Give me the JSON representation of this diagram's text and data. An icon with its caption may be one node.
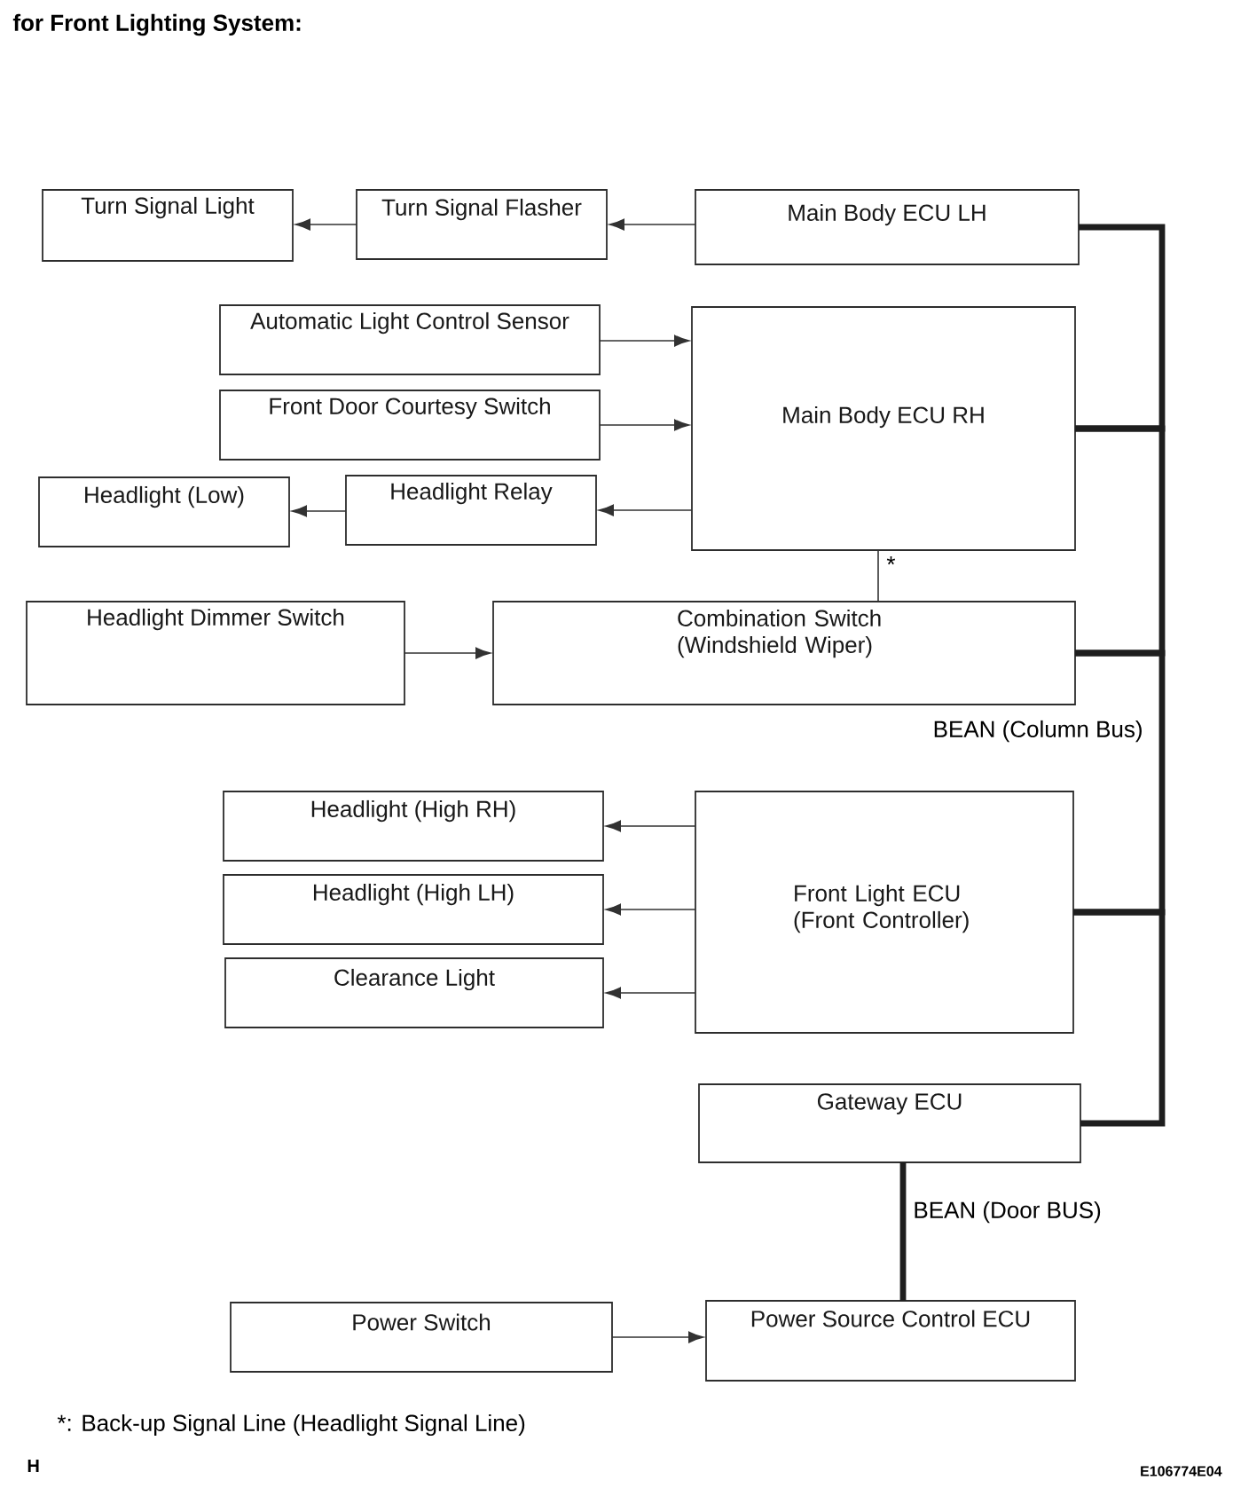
{
  "diagram": {
    "title": "for Front Lighting System:",
    "nodes": [
      {
        "text": [
          "Turn Signal Light"
        ]
      },
      {
        "text": [
          "Turn Signal Flasher"
        ]
      },
      {
        "text": [
          "Main Body ECU LH"
        ]
      },
      {
        "text": [
          "Automatic Light Control Sensor"
        ]
      },
      {
        "text": [
          "Main Body ECU RH"
        ]
      },
      {
        "text": [
          "Front Door Courtesy Switch"
        ]
      },
      {
        "text": [
          "Headlight (Low)"
        ]
      },
      {
        "text": [
          "Headlight Relay"
        ]
      },
      {
        "text": [
          "Headlight Dimmer Switch"
        ]
      },
      {
        "text": [
          "Combination Switch (Windshield Wiper)"
        ]
      },
      {
        "text": [
          "Headlight (High RH)"
        ]
      },
      {
        "text": [
          "Front Light ECU (Front Controller)"
        ]
      },
      {
        "text": [
          "Headlight (High LH)"
        ]
      },
      {
        "text": [
          "Clearance Light"
        ]
      },
      {
        "text": [
          "Gateway ECU"
        ]
      },
      {
        "text": [
          "Power Switch"
        ]
      },
      {
        "text": [
          "Power Source Control ECU"
        ]
      }
    ],
    "edges": [
      {
        "from": 2,
        "to": 1,
        "arrow": "to"
      },
      {
        "from": 1,
        "to": 0,
        "arrow": "to"
      },
      {
        "from": 3,
        "to": 4,
        "arrow": "to"
      },
      {
        "from": 5,
        "to": 4,
        "arrow": "to"
      },
      {
        "from": 4,
        "to": 7,
        "arrow": "to"
      },
      {
        "from": 7,
        "to": 6,
        "arrow": "to"
      },
      {
        "from": 4,
        "to": 9,
        "arrow": "none",
        "label": "*"
      },
      {
        "from": 8,
        "to": 9,
        "arrow": "to"
      },
      {
        "from": 11,
        "to": 10,
        "arrow": "to"
      },
      {
        "from": 11,
        "to": 12,
        "arrow": "to"
      },
      {
        "from": 11,
        "to": 13,
        "arrow": "to"
      },
      {
        "from": 15,
        "to": 16,
        "arrow": "to"
      },
      {
        "from": 2,
        "to": 4,
        "arrow": "none",
        "style": "thick"
      },
      {
        "from": 4,
        "to": 9,
        "arrow": "none",
        "style": "thick"
      },
      {
        "from": 9,
        "to": 11,
        "arrow": "none",
        "style": "thick",
        "label": "BEAN (Column Bus)"
      },
      {
        "from": 11,
        "to": 14,
        "arrow": "none",
        "style": "thick"
      },
      {
        "from": 14,
        "to": 16,
        "arrow": "none",
        "style": "thick",
        "label": "BEAN (Door BUS)"
      }
    ],
    "labels": [
      "*: Back-up Signal Line (Headlight Signal Line)",
      "H",
      "E106774E04"
    ]
  }
}
